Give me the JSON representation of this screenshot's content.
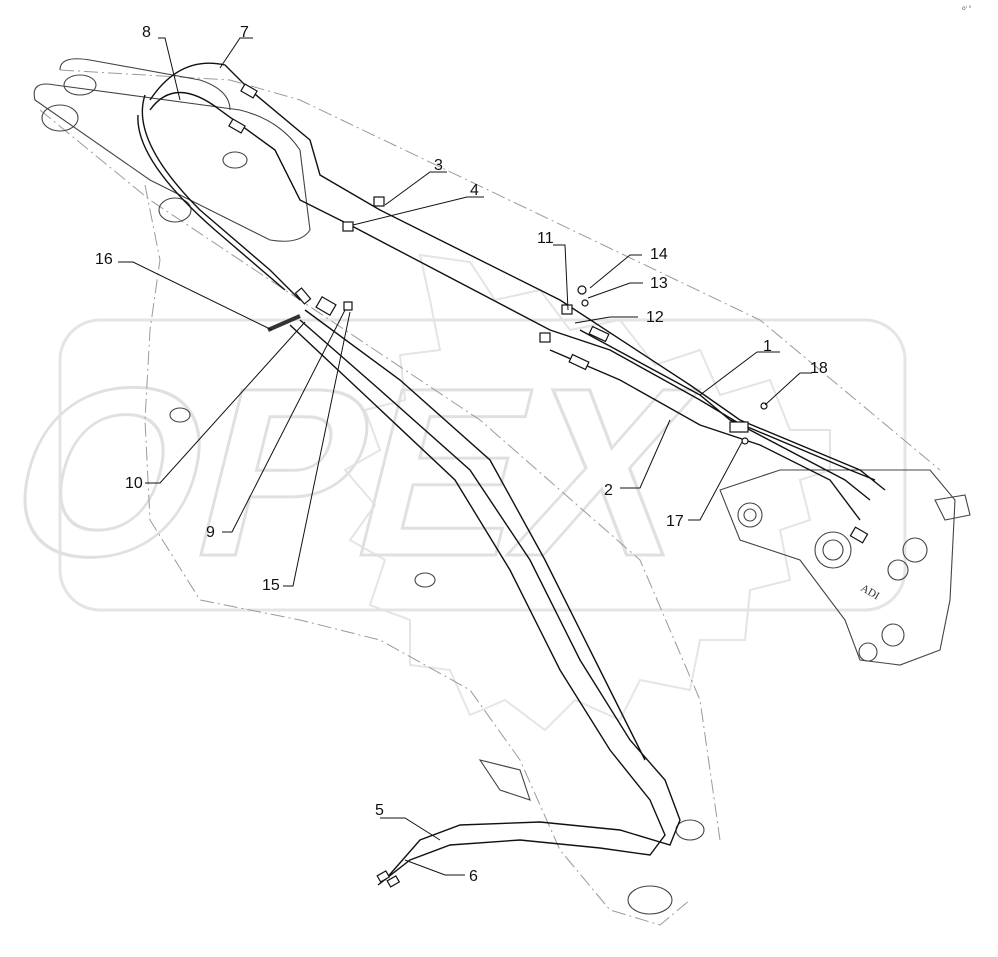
{
  "diagram": {
    "watermark": "OPEX",
    "corner_mark": "oᴵ ᴵᴵ",
    "cylinder_marking": "ADI",
    "callouts": [
      {
        "id": "c1",
        "label": "1"
      },
      {
        "id": "c2",
        "label": "2"
      },
      {
        "id": "c3",
        "label": "3"
      },
      {
        "id": "c4",
        "label": "4"
      },
      {
        "id": "c5",
        "label": "5"
      },
      {
        "id": "c6",
        "label": "6"
      },
      {
        "id": "c7",
        "label": "7"
      },
      {
        "id": "c8",
        "label": "8"
      },
      {
        "id": "c9",
        "label": "9"
      },
      {
        "id": "c10",
        "label": "10"
      },
      {
        "id": "c11",
        "label": "11"
      },
      {
        "id": "c12",
        "label": "12"
      },
      {
        "id": "c13",
        "label": "13"
      },
      {
        "id": "c14",
        "label": "14"
      },
      {
        "id": "c15",
        "label": "15"
      },
      {
        "id": "c16",
        "label": "16"
      },
      {
        "id": "c17",
        "label": "17"
      },
      {
        "id": "c18",
        "label": "18"
      }
    ]
  },
  "colors": {
    "ink": "#111111",
    "watermark": "#d4d4d4",
    "ghost_line": "#9a9a9a",
    "background": "#ffffff"
  }
}
